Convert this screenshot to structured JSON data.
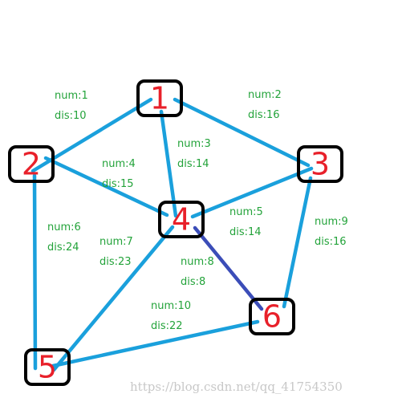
{
  "colors": {
    "edge": "#1aa0dc",
    "highlight_edge": "#3b4db8",
    "node_border": "#000000",
    "node_label": "#e8202a",
    "edge_label": "#23a33a",
    "watermark": "#c8c8c8"
  },
  "nodes": [
    {
      "id": "1",
      "label": "1"
    },
    {
      "id": "2",
      "label": "2"
    },
    {
      "id": "3",
      "label": "3"
    },
    {
      "id": "4",
      "label": "4"
    },
    {
      "id": "5",
      "label": "5"
    },
    {
      "id": "6",
      "label": "6"
    }
  ],
  "edges": [
    {
      "from": "1",
      "to": "2",
      "num": "num:1",
      "dis": "dis:10",
      "highlighted": false
    },
    {
      "from": "1",
      "to": "3",
      "num": "num:2",
      "dis": "dis:16",
      "highlighted": false
    },
    {
      "from": "1",
      "to": "4",
      "num": "num:3",
      "dis": "dis:14",
      "highlighted": false
    },
    {
      "from": "2",
      "to": "4",
      "num": "num:4",
      "dis": "dis:15",
      "highlighted": false
    },
    {
      "from": "3",
      "to": "4",
      "num": "num:5",
      "dis": "dis:14",
      "highlighted": false
    },
    {
      "from": "2",
      "to": "5",
      "num": "num:6",
      "dis": "dis:24",
      "highlighted": false
    },
    {
      "from": "4",
      "to": "5",
      "num": "num:7",
      "dis": "dis:23",
      "highlighted": false
    },
    {
      "from": "4",
      "to": "6",
      "num": "num:8",
      "dis": "dis:8",
      "highlighted": true
    },
    {
      "from": "3",
      "to": "6",
      "num": "num:9",
      "dis": "dis:16",
      "highlighted": false
    },
    {
      "from": "5",
      "to": "6",
      "num": "num:10",
      "dis": "dis:22",
      "highlighted": false
    }
  ],
  "watermark": "https://blog.csdn.net/qq_41754350"
}
